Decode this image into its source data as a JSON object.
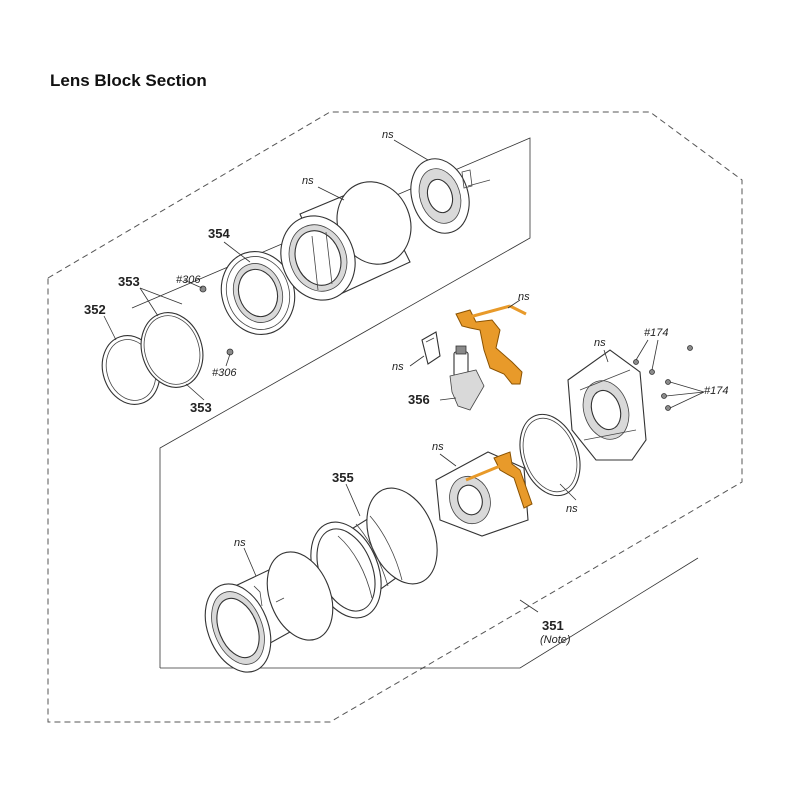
{
  "title": "Lens Block Section",
  "labels": {
    "p351": "351",
    "p351_note": "(Note)",
    "p352": "352",
    "p353_top": "353",
    "p353_bottom": "353",
    "p354": "354",
    "p355": "355",
    "p356": "356",
    "ref306_top": "#306",
    "ref306_bottom": "#306",
    "ref174_top": "#174",
    "ref174_right": "#174",
    "ns": "ns"
  }
}
